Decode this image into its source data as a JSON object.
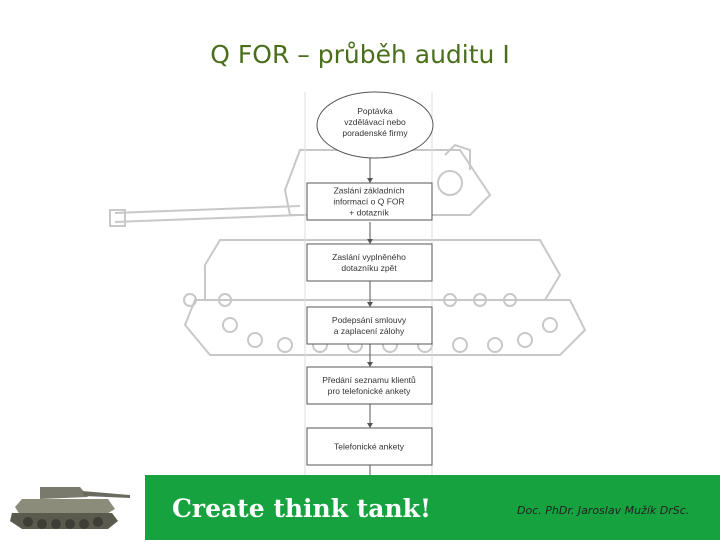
{
  "slide": {
    "title": "Q FOR – průběh auditu I",
    "slogan": "Create think tank!",
    "author": "Doc. PhDr. Jaroslav Mužík DrSc."
  },
  "flowchart": {
    "start": [
      "Poptávka",
      "vzdělávací nebo",
      "poradenské firmy"
    ],
    "steps": [
      [
        "Zaslání základních",
        "informací o Q FOR",
        "+ dotazník"
      ],
      [
        "Zaslání vyplněného",
        "dotazníku zpět"
      ],
      [
        "Podepsání smlouvy",
        "a zaplacení zálohy"
      ],
      [
        "Předání seznamu klientů",
        "pro telefonické ankety"
      ],
      [
        "Telefonické ankety"
      ]
    ]
  },
  "colors": {
    "title": "#4a6f1c",
    "footer_bar": "#16a23f",
    "watermark": "#c8c8c8"
  },
  "icons": [
    "tank-watermark",
    "tank-logo-icon"
  ]
}
